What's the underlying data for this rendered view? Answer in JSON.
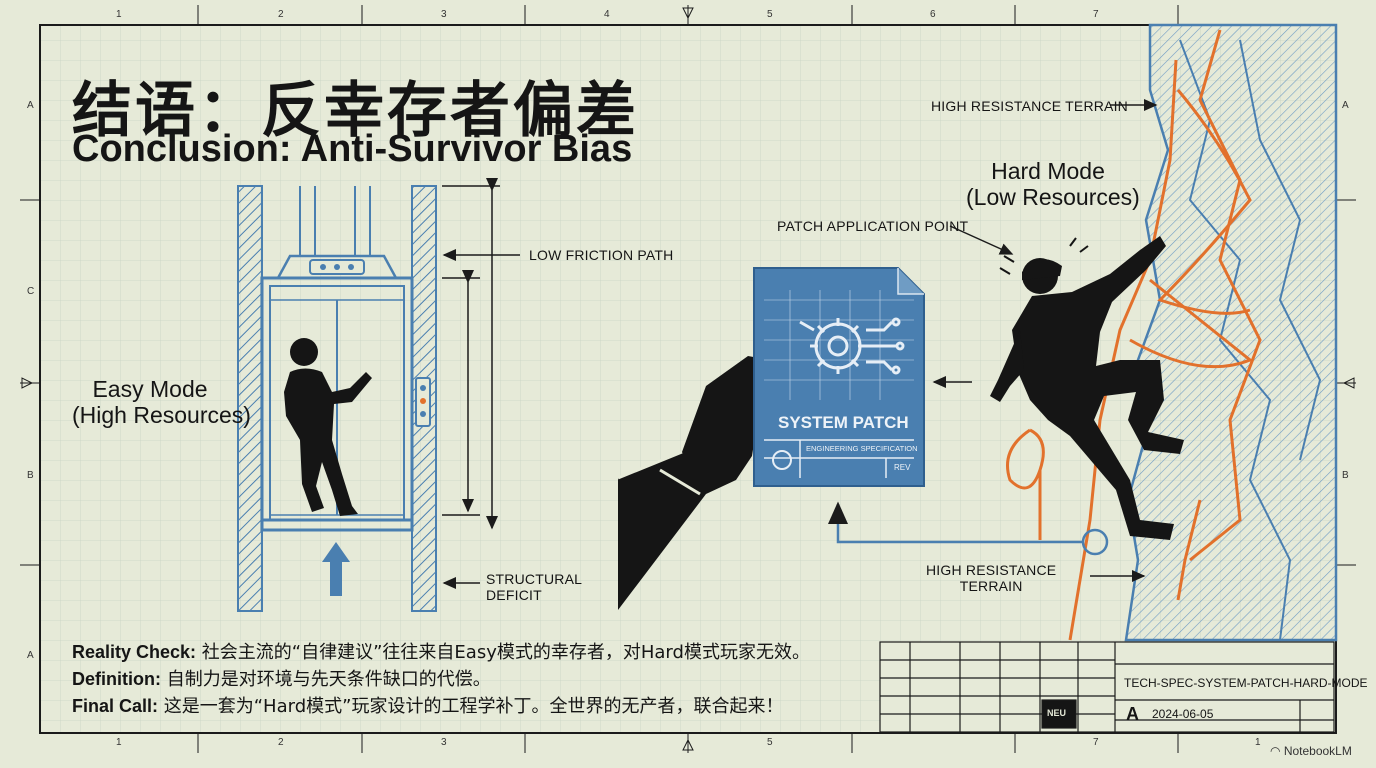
{
  "title": {
    "zh": "结语：反幸存者偏差",
    "en": "Conclusion: Anti-Survivor Bias"
  },
  "left_mode": {
    "line1": "Easy Mode",
    "line2": "(High Resources)"
  },
  "right_mode": {
    "line1": "Hard Mode",
    "line2": "(Low Resources)"
  },
  "callouts": {
    "low_friction": "LOW FRICTION PATH",
    "structural_deficit": [
      "STRUCTURAL",
      "DEFICIT"
    ],
    "patch_point": "PATCH APPLICATION POINT",
    "terrain_top": "HIGH RESISTANCE TERRAIN",
    "terrain_bottom": [
      "HIGH RESISTANCE",
      "TERRAIN"
    ]
  },
  "patch_doc": {
    "title": "SYSTEM PATCH",
    "subtitle": "ENGINEERING SPECIFICATION",
    "rev": "REV"
  },
  "notes": [
    {
      "label": "Reality Check:",
      "text": " 社会主流的“自律建议”往往来自Easy模式的幸存者，对Hard模式玩家无效。"
    },
    {
      "label": "Definition:",
      "text": " 自制力是对环境与先天条件缺口的代偿。"
    },
    {
      "label": "Final Call:",
      "text": " 这是一套为“Hard模式”玩家设计的工程学补丁。全世界的无产者，联合起来！"
    }
  ],
  "title_block": {
    "doc_id": "TECH-SPEC-SYSTEM-PATCH-HARD-MODE",
    "rev_letter": "A",
    "date": "2024-06-05",
    "badge": "NEU"
  },
  "border_numbers": [
    "1",
    "2",
    "3",
    "4",
    "5",
    "6",
    "7"
  ],
  "border_letters": [
    "A",
    "C",
    "B",
    "A"
  ],
  "watermark": "NotebookLM",
  "colors": {
    "background": "#e6ead8",
    "blueprint": "#4a7fb0",
    "rope": "#e2712c",
    "ink": "#151515"
  }
}
